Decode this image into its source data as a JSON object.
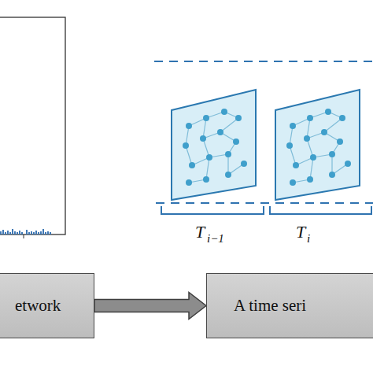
{
  "diagram": {
    "nodes": [
      {
        "text": [
          "etwork"
        ]
      },
      {
        "text": [
          "A time seri"
        ]
      }
    ],
    "edges": [
      {
        "from": 0,
        "to": 1,
        "arrow": "to"
      }
    ],
    "labels": [
      "T",
      "i−1",
      "T",
      "i"
    ]
  }
}
